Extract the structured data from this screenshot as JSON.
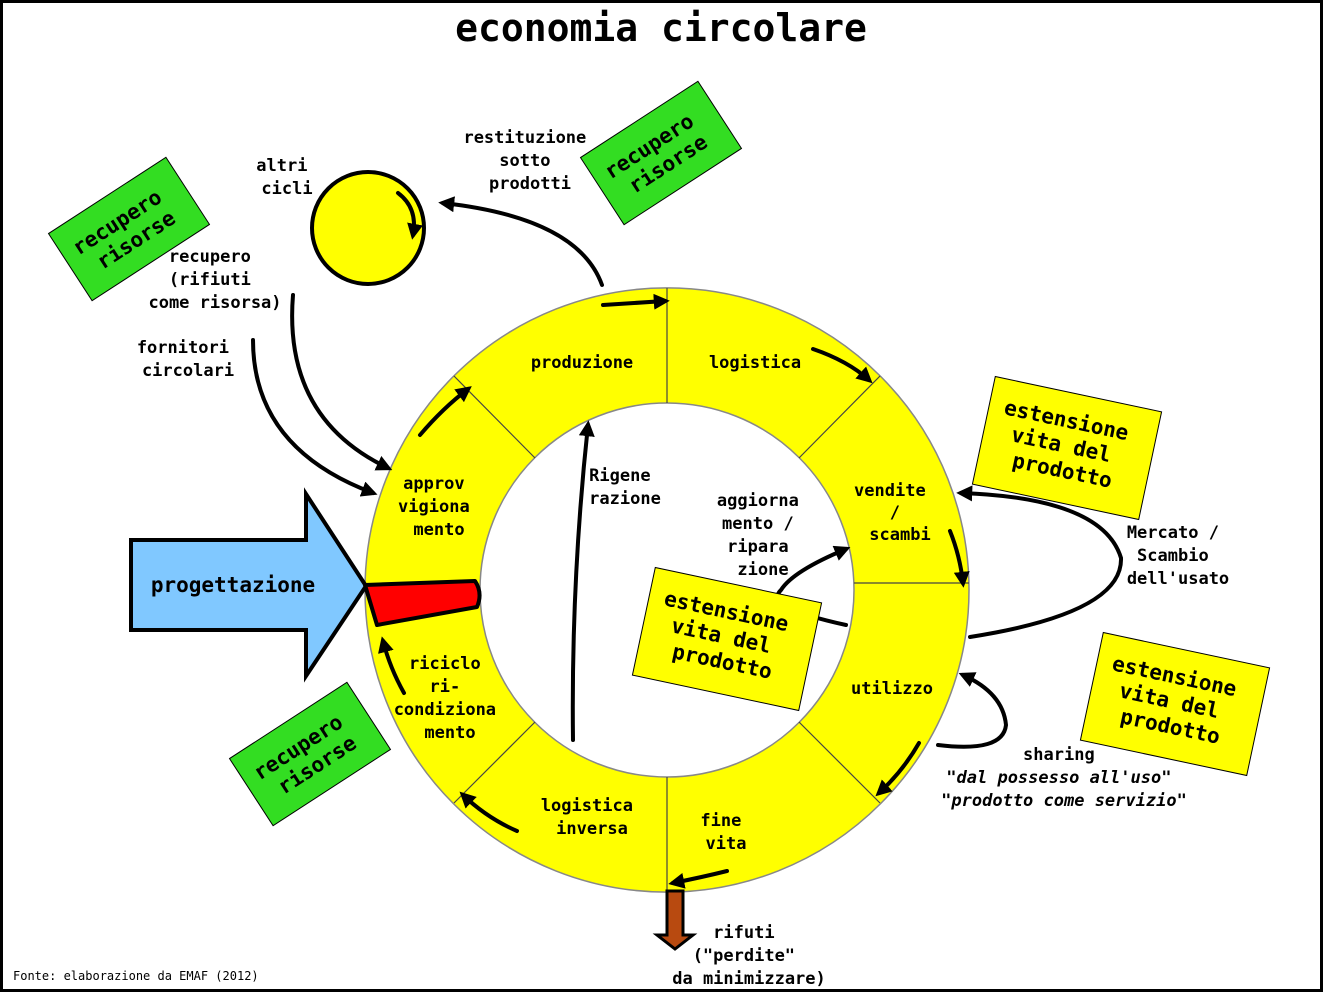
{
  "title": "economia circolare",
  "source": "Fonte: elaborazione da EMAF (2012)",
  "colors": {
    "ring": "#ffff00",
    "design_arrow": "#80c8ff",
    "design_bar": "#ff0000",
    "waste_arrow": "#b84a10",
    "resource_box": "#33dd22",
    "extension_box": "#ffff00",
    "other_cycles": "#ffff00"
  },
  "ring_segments": {
    "produzione": [
      "produzione"
    ],
    "logistica": [
      "logistica"
    ],
    "vendite": [
      "vendite",
      "/",
      "scambi"
    ],
    "utilizzo": [
      "utilizzo"
    ],
    "fine_vita": [
      "fine",
      "vita"
    ],
    "logistica_inversa": [
      "logistica",
      "inversa"
    ],
    "riciclo": [
      "riciclo",
      "ri-",
      "condiziona",
      "mento"
    ],
    "approvvigionamento": [
      "approv",
      "vigiona",
      "mento"
    ]
  },
  "inner": {
    "rigenerazione": [
      "Rigene",
      "razione"
    ],
    "aggiornamento": [
      "aggiorna",
      "mento /",
      "ripara",
      "zione"
    ]
  },
  "labels": {
    "progettazione": "progettazione",
    "altri_cicli": [
      "altri",
      "cicli"
    ],
    "restituzione": [
      "restituzione",
      "sotto",
      "prodotti"
    ],
    "recupero_rifiuti": [
      "recupero",
      "(rifiuti",
      "come risorsa)"
    ],
    "fornitori": [
      "fornitori",
      "circolari"
    ],
    "mercato": [
      "Mercato /",
      "Scambio",
      "dell'usato"
    ],
    "sharing": [
      "sharing",
      "\"dal possesso all'uso\"",
      "\"prodotto come servizio\""
    ],
    "rifiuti": [
      "rifuti",
      "(\"perdite\"",
      "da minimizzare)"
    ]
  },
  "boxes": {
    "recupero_risorse": [
      "recupero",
      "risorse"
    ],
    "estensione_vita": [
      "estensione",
      "vita del",
      "prodotto"
    ]
  }
}
